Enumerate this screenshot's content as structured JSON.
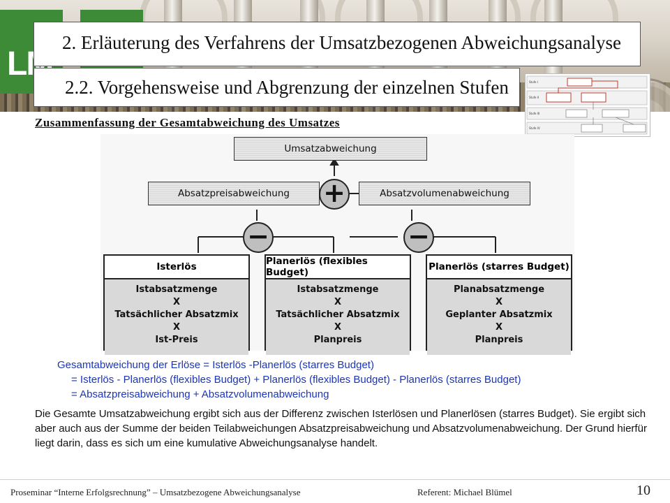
{
  "slide": {
    "title": "2. Erläuterung des Verfahrens der Umsatzbezogenen Abweichungsanalyse",
    "subtitle": "2.2. Vorgehensweise und Abgrenzung der einzelnen Stufen",
    "section_heading": "Zusammenfassung der Gesamtabweichung des Umsatzes",
    "logo_text": "LM"
  },
  "diagram": {
    "top": "Umsatzabweichung",
    "left_mid": "Absatzpreisabweichung",
    "right_mid": "Absatzvolumenabweichung",
    "op_plus": "+",
    "op_minus": "−",
    "boxes": [
      {
        "title": "Isterlös",
        "lines": [
          "Istabsatzmenge",
          "X",
          "Tatsächlicher Absatzmix",
          "X",
          "Ist-Preis"
        ]
      },
      {
        "title": "Planerlös (flexibles Budget)",
        "lines": [
          "Istabsatzmenge",
          "X",
          "Tatsächlicher Absatzmix",
          "X",
          "Planpreis"
        ]
      },
      {
        "title": "Planerlös (starres Budget)",
        "lines": [
          "Planabsatzmenge",
          "X",
          "Geplanter Absatzmix",
          "X",
          "Planpreis"
        ]
      }
    ]
  },
  "thumbnail": {
    "stages": [
      "Stufe I",
      "Stufe II",
      "Stufe III",
      "Stufe IV"
    ]
  },
  "formula": {
    "line1": "Gesamtabweichung der Erlöse = Isterlös -Planerlös (starres Budget)",
    "line2": "= Isterlös - Planerlös (flexibles Budget) + Planerlös (flexibles Budget) - Planerlös (starres Budget)",
    "line3": "= Absatzpreisabweichung + Absatzvolumenabweichung"
  },
  "paragraph": "Die Gesamte Umsatzabweichung ergibt sich aus der Differenz zwischen Isterlösen und Planerlösen (starres Budget). Sie ergibt sich aber auch aus der Summe der beiden Teilabweichungen Absatzpreisabweichung und Absatzvolumenabweichung. Der Grund hierfür liegt darin, dass es sich um eine kumulative Abweichungsanalyse handelt.",
  "footer": {
    "left": "Proseminar “Interne Erfolgsrechnung” – Umsatzbezogene Abweichungsanalyse",
    "referent": "Referent: Michael Blümel",
    "page": "10"
  },
  "colors": {
    "formula_blue": "#1c36b5",
    "logo_green": "#3d8b37",
    "thumb_red": "#c0392b"
  }
}
